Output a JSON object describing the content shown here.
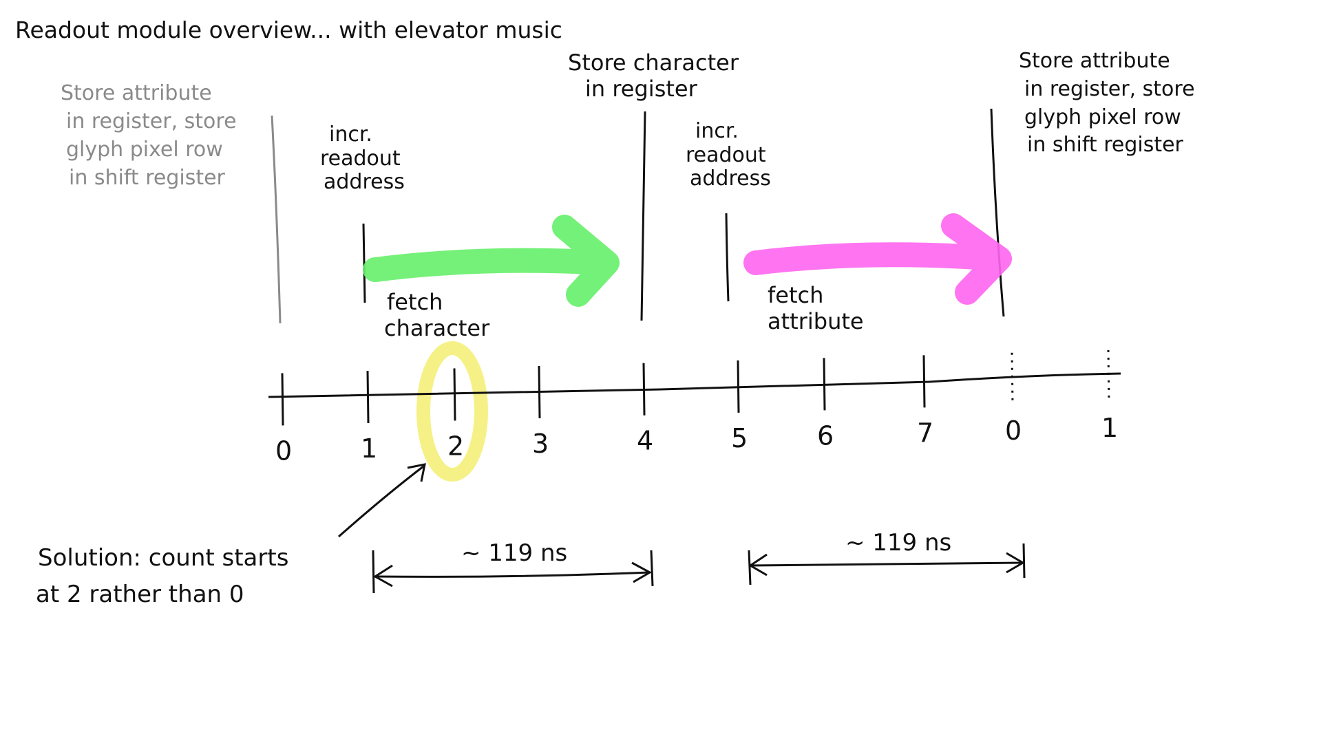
{
  "title": "Readout module overview... with elevator music",
  "annotations": {
    "prev_store_attr": [
      "Store attribute",
      "in register, store",
      "glyph pixel row",
      "in shift register"
    ],
    "incr_1": [
      "incr.",
      "readout",
      "address"
    ],
    "store_char": [
      "Store character",
      "in register"
    ],
    "incr_2": [
      "incr.",
      "readout",
      "address"
    ],
    "store_attr": [
      "Store attribute",
      "in register, store",
      "glyph pixel row",
      "in shift register"
    ],
    "fetch_char": [
      "fetch",
      "character"
    ],
    "fetch_attr": [
      "fetch",
      "attribute"
    ],
    "solution": [
      "Solution: count starts",
      "at 2 rather than 0"
    ]
  },
  "timeline": {
    "ticks": [
      "0",
      "1",
      "2",
      "3",
      "4",
      "5",
      "6",
      "7",
      "0",
      "1"
    ],
    "highlighted_tick": "2"
  },
  "durations": {
    "first": "~ 119 ns",
    "second": "~ 119 ns"
  },
  "colors": {
    "ink": "#111111",
    "gray_ink": "#8a8a8a",
    "green_arrow": "#66f06a",
    "magenta_arrow": "#ff66f0",
    "highlight": "#f5f07a"
  }
}
